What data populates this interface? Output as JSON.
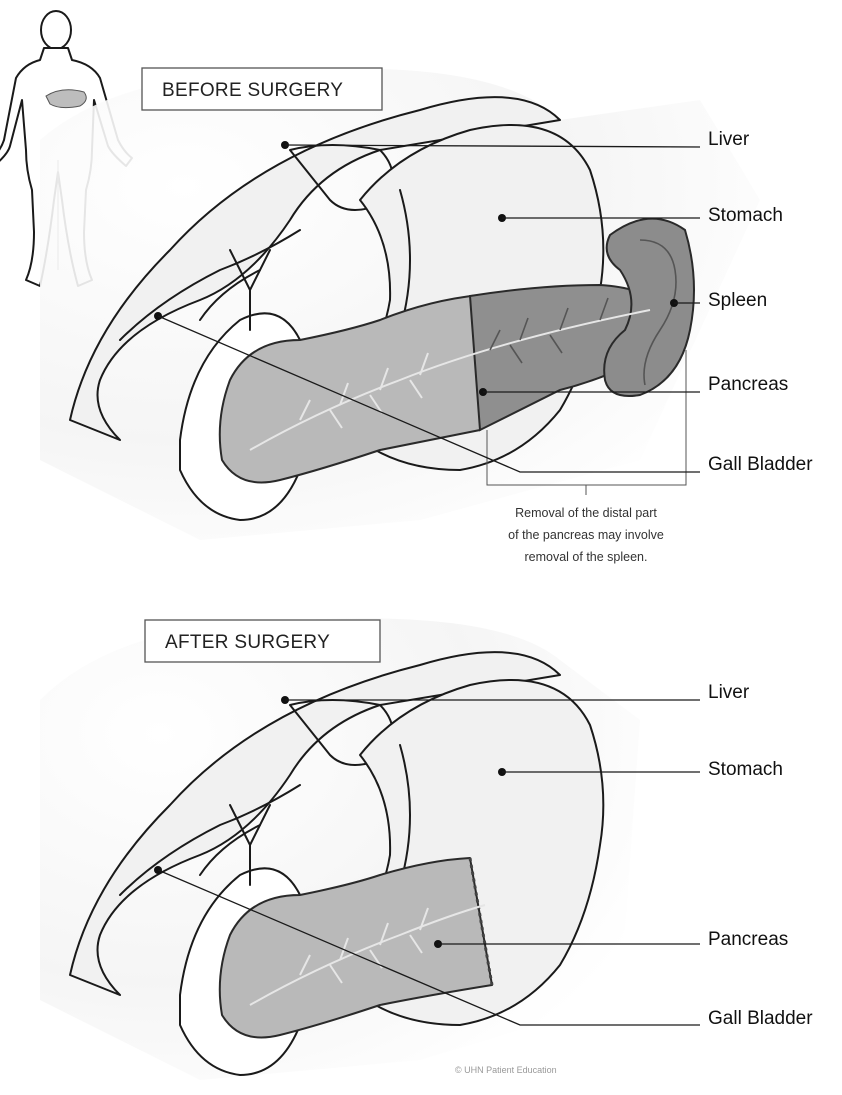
{
  "panels": {
    "before": {
      "title": "BEFORE SURGERY",
      "labels": {
        "liver": "Liver",
        "stomach": "Stomach",
        "spleen": "Spleen",
        "pancreas": "Pancreas",
        "gall_bladder": "Gall Bladder"
      },
      "note": [
        "Removal of the distal part",
        "of the pancreas may involve",
        "removal of the spleen."
      ]
    },
    "after": {
      "title": "AFTER SURGERY",
      "labels": {
        "liver": "Liver",
        "stomach": "Stomach",
        "pancreas": "Pancreas",
        "gall_bladder": "Gall Bladder"
      }
    }
  },
  "credit": "© UHN Patient Education",
  "colors": {
    "pancreas": "#b9b9b9",
    "removed_region": "#8f8f8f",
    "spleen": "#8c8c8c",
    "organ_fill": "#f1f1f1"
  }
}
